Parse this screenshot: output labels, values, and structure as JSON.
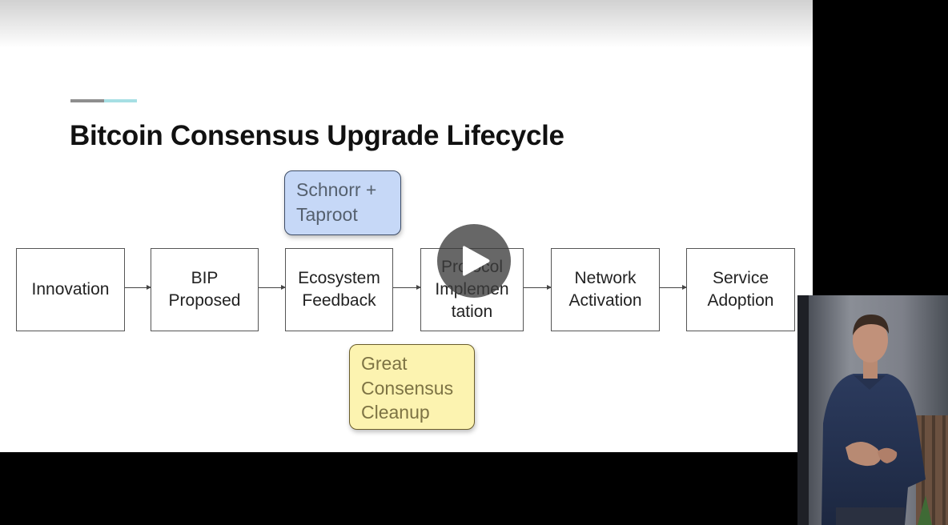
{
  "slide": {
    "title": "Bitcoin Consensus Upgrade Lifecycle",
    "stages": [
      {
        "label": "Innovation"
      },
      {
        "label": "BIP\nProposed"
      },
      {
        "label": "Ecosystem\nFeedback"
      },
      {
        "label": "Protocol\nImplemen\ntation"
      },
      {
        "label": "Network\nActivation"
      },
      {
        "label": "Service\nAdoption"
      }
    ],
    "callouts": {
      "top": "Schnorr +\nTaproot",
      "bottom": "Great\nConsensus\nCleanup"
    }
  },
  "colors": {
    "accent_grey": "#8e8e8e",
    "accent_teal": "#a6dfe4",
    "callout_blue": "#c6d8f7",
    "callout_yellow": "#fcf3b0"
  },
  "player": {
    "play_icon": "play-icon"
  }
}
